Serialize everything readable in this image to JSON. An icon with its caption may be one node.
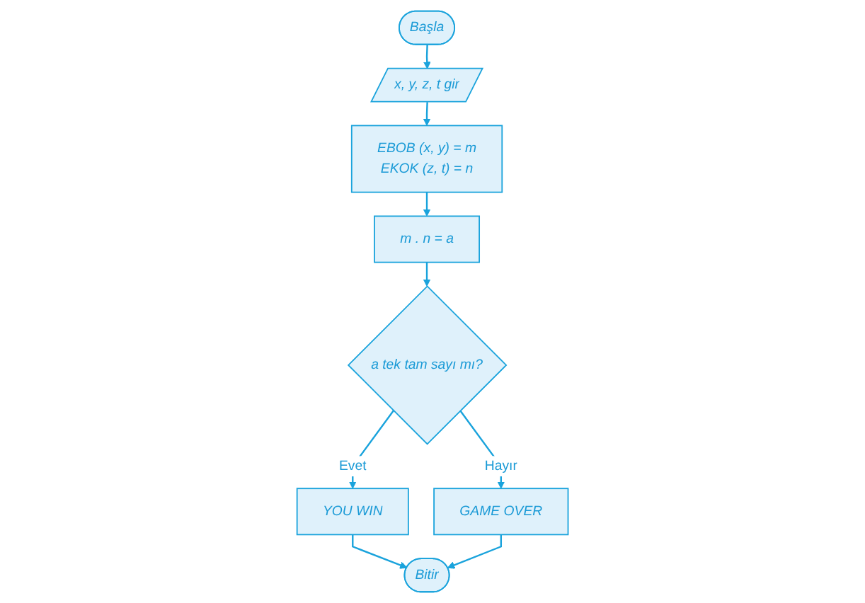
{
  "diagram": {
    "nodes": [
      {
        "text": [
          "Başla"
        ]
      },
      {
        "text": [
          "x, y, z, t gir"
        ]
      },
      {
        "text": [
          "EBOB (x, y) = m",
          "EKOK (z, t) = n"
        ]
      },
      {
        "text": [
          "m . n = a"
        ]
      },
      {
        "text": [
          "a tek tam sayı mı?"
        ]
      },
      {
        "text": [
          "YOU WIN"
        ]
      },
      {
        "text": [
          "GAME OVER"
        ]
      },
      {
        "text": [
          "Bitir"
        ]
      }
    ],
    "edges": [
      {
        "from": 0,
        "to": 1,
        "arrow": "to"
      },
      {
        "from": 1,
        "to": 2,
        "arrow": "to"
      },
      {
        "from": 2,
        "to": 3,
        "arrow": "to"
      },
      {
        "from": 3,
        "to": 4,
        "arrow": "to"
      },
      {
        "from": 4,
        "to": 5,
        "arrow": "to",
        "label": "Evet"
      },
      {
        "from": 4,
        "to": 6,
        "arrow": "to",
        "label": "Hayır"
      },
      {
        "from": 5,
        "to": 7,
        "arrow": "to"
      },
      {
        "from": 6,
        "to": 7,
        "arrow": "to"
      }
    ]
  }
}
